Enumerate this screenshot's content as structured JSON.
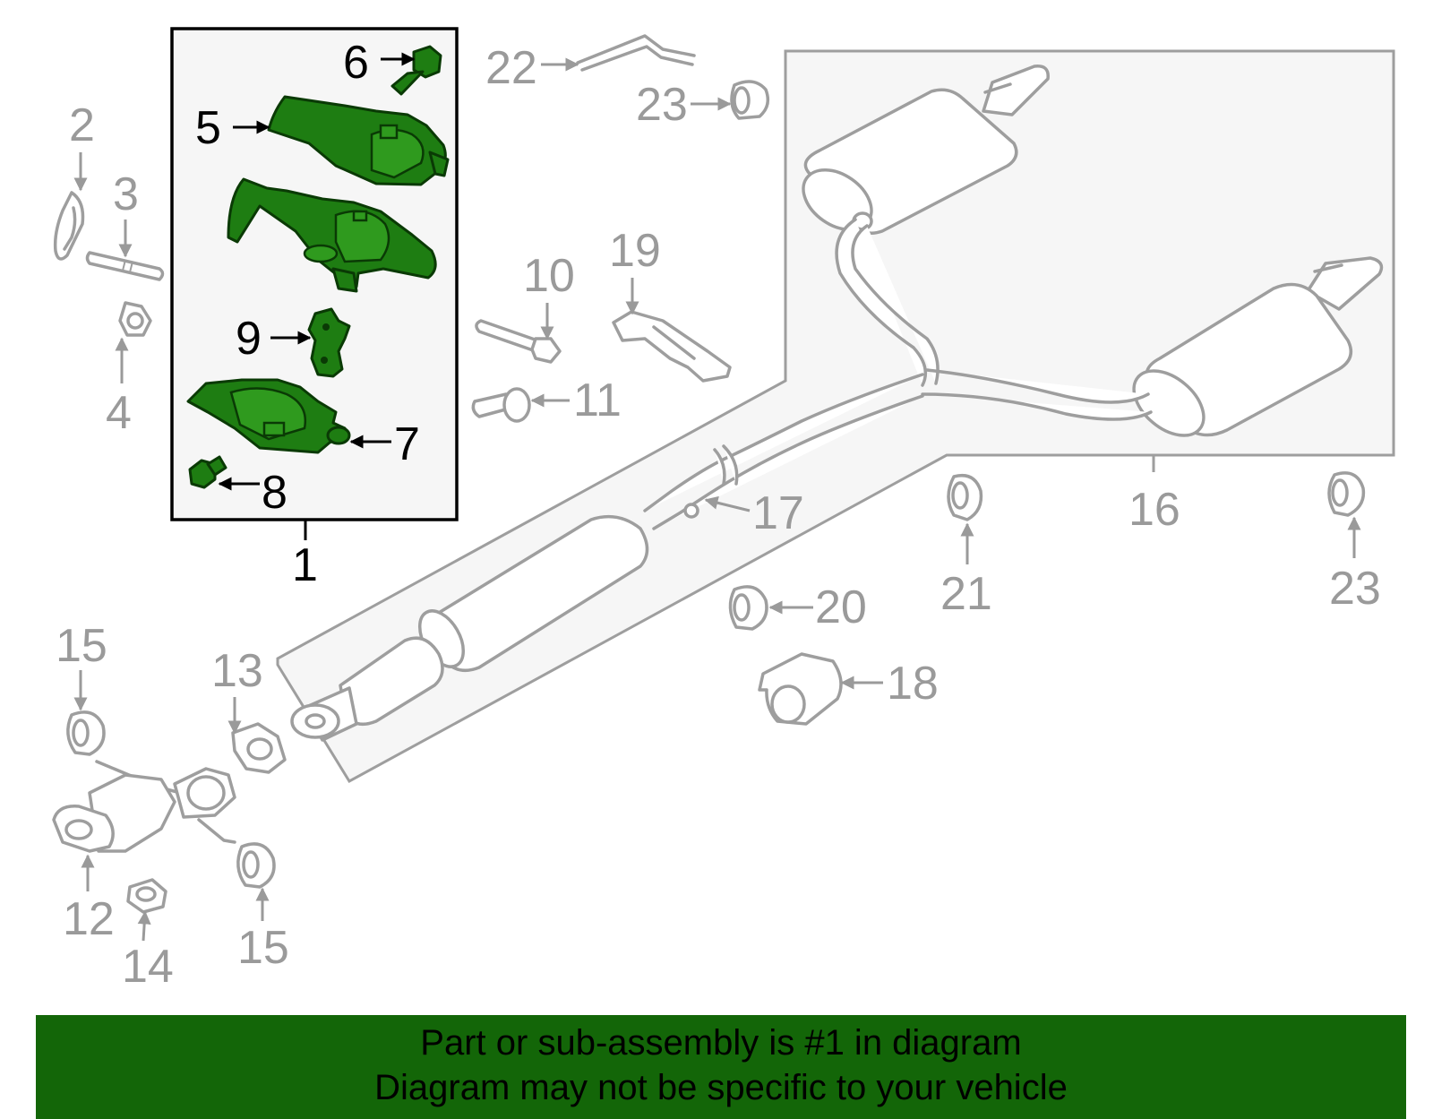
{
  "callouts": [
    {
      "id": "1",
      "highlighted": true
    },
    {
      "id": "2",
      "highlighted": false
    },
    {
      "id": "3",
      "highlighted": false
    },
    {
      "id": "4",
      "highlighted": false
    },
    {
      "id": "5",
      "highlighted": true
    },
    {
      "id": "6",
      "highlighted": true
    },
    {
      "id": "7",
      "highlighted": true
    },
    {
      "id": "8",
      "highlighted": true
    },
    {
      "id": "9",
      "highlighted": true
    },
    {
      "id": "10",
      "highlighted": false
    },
    {
      "id": "11",
      "highlighted": false
    },
    {
      "id": "12",
      "highlighted": false
    },
    {
      "id": "13",
      "highlighted": false
    },
    {
      "id": "14",
      "highlighted": false
    },
    {
      "id": "15",
      "highlighted": false
    },
    {
      "id": "15",
      "highlighted": false
    },
    {
      "id": "16",
      "highlighted": false
    },
    {
      "id": "17",
      "highlighted": false
    },
    {
      "id": "18",
      "highlighted": false
    },
    {
      "id": "19",
      "highlighted": false
    },
    {
      "id": "20",
      "highlighted": false
    },
    {
      "id": "21",
      "highlighted": false
    },
    {
      "id": "22",
      "highlighted": false
    },
    {
      "id": "23",
      "highlighted": false
    },
    {
      "id": "23",
      "highlighted": false
    }
  ],
  "banner": {
    "line1": "Part or sub-assembly is #1 in diagram",
    "line2": "Diagram may not be specific to your vehicle"
  },
  "colors": {
    "highlight_green": "#1e7d12",
    "banner_green": "#136608",
    "part_outline_gray": "#9e9e9e",
    "callout_gray": "#9a9a9a",
    "panel_fill": "#f6f6f6"
  },
  "icons": {
    "arrow": "arrow-icon"
  }
}
